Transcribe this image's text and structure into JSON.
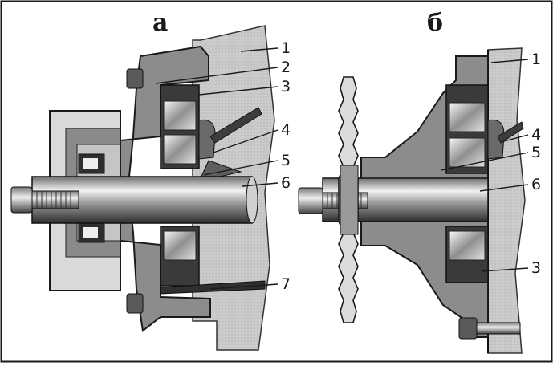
{
  "figure": {
    "panels": [
      {
        "letter": "а",
        "callouts": [
          "1",
          "2",
          "3",
          "4",
          "5",
          "6",
          "7"
        ]
      },
      {
        "letter": "б",
        "callouts": [
          "1",
          "4",
          "5",
          "6",
          "3"
        ]
      }
    ]
  }
}
